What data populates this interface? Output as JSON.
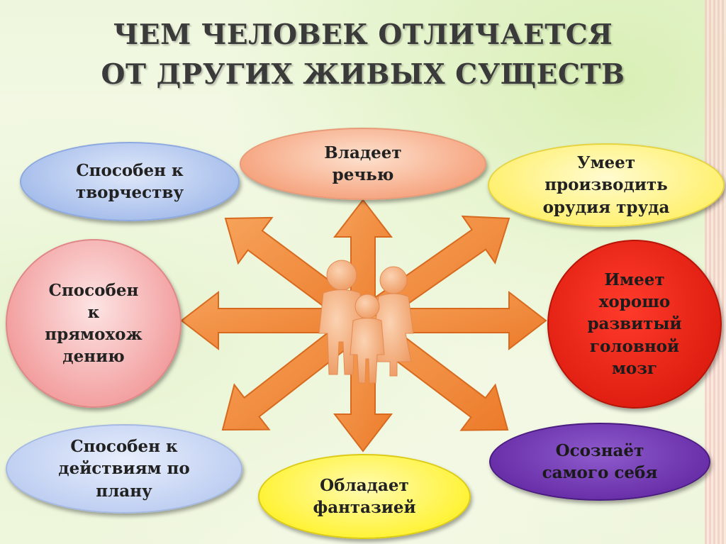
{
  "title": {
    "line1": "ЧЕМ ЧЕЛОВЕК ОТЛИЧАЕТСЯ",
    "line2": "ОТ ДРУГИХ ЖИВЫХ СУЩЕСТВ"
  },
  "traits": {
    "speech": "Владеет\nречью",
    "tools": "Умеет\nпроизводить\nорудия труда",
    "creativity": "Способен к\nтворчеству",
    "upright": "Способен\nк\nпрямохож\nдению",
    "brain": "Имеет\nхорошо\nразвитый\nголовной\nмозг",
    "plan": "Способен к\nдействиям по\nплану",
    "fantasy": "Обладает\nфантазией",
    "self": "Осознаёт\nсамого себя"
  },
  "colors": {
    "arrow": "#f08a3c",
    "arrow_outline": "#d86a1f",
    "figure": "#f5b181",
    "speech": "#f6a783",
    "tools": "#fff06c",
    "creativity": "#a9c0ec",
    "upright": "#f3a1a1",
    "brain": "#e01f12",
    "plan": "#c0d0f2",
    "fantasy": "#fff33a",
    "self": "#6a30aa"
  },
  "icons": {
    "center": "family-icon"
  }
}
